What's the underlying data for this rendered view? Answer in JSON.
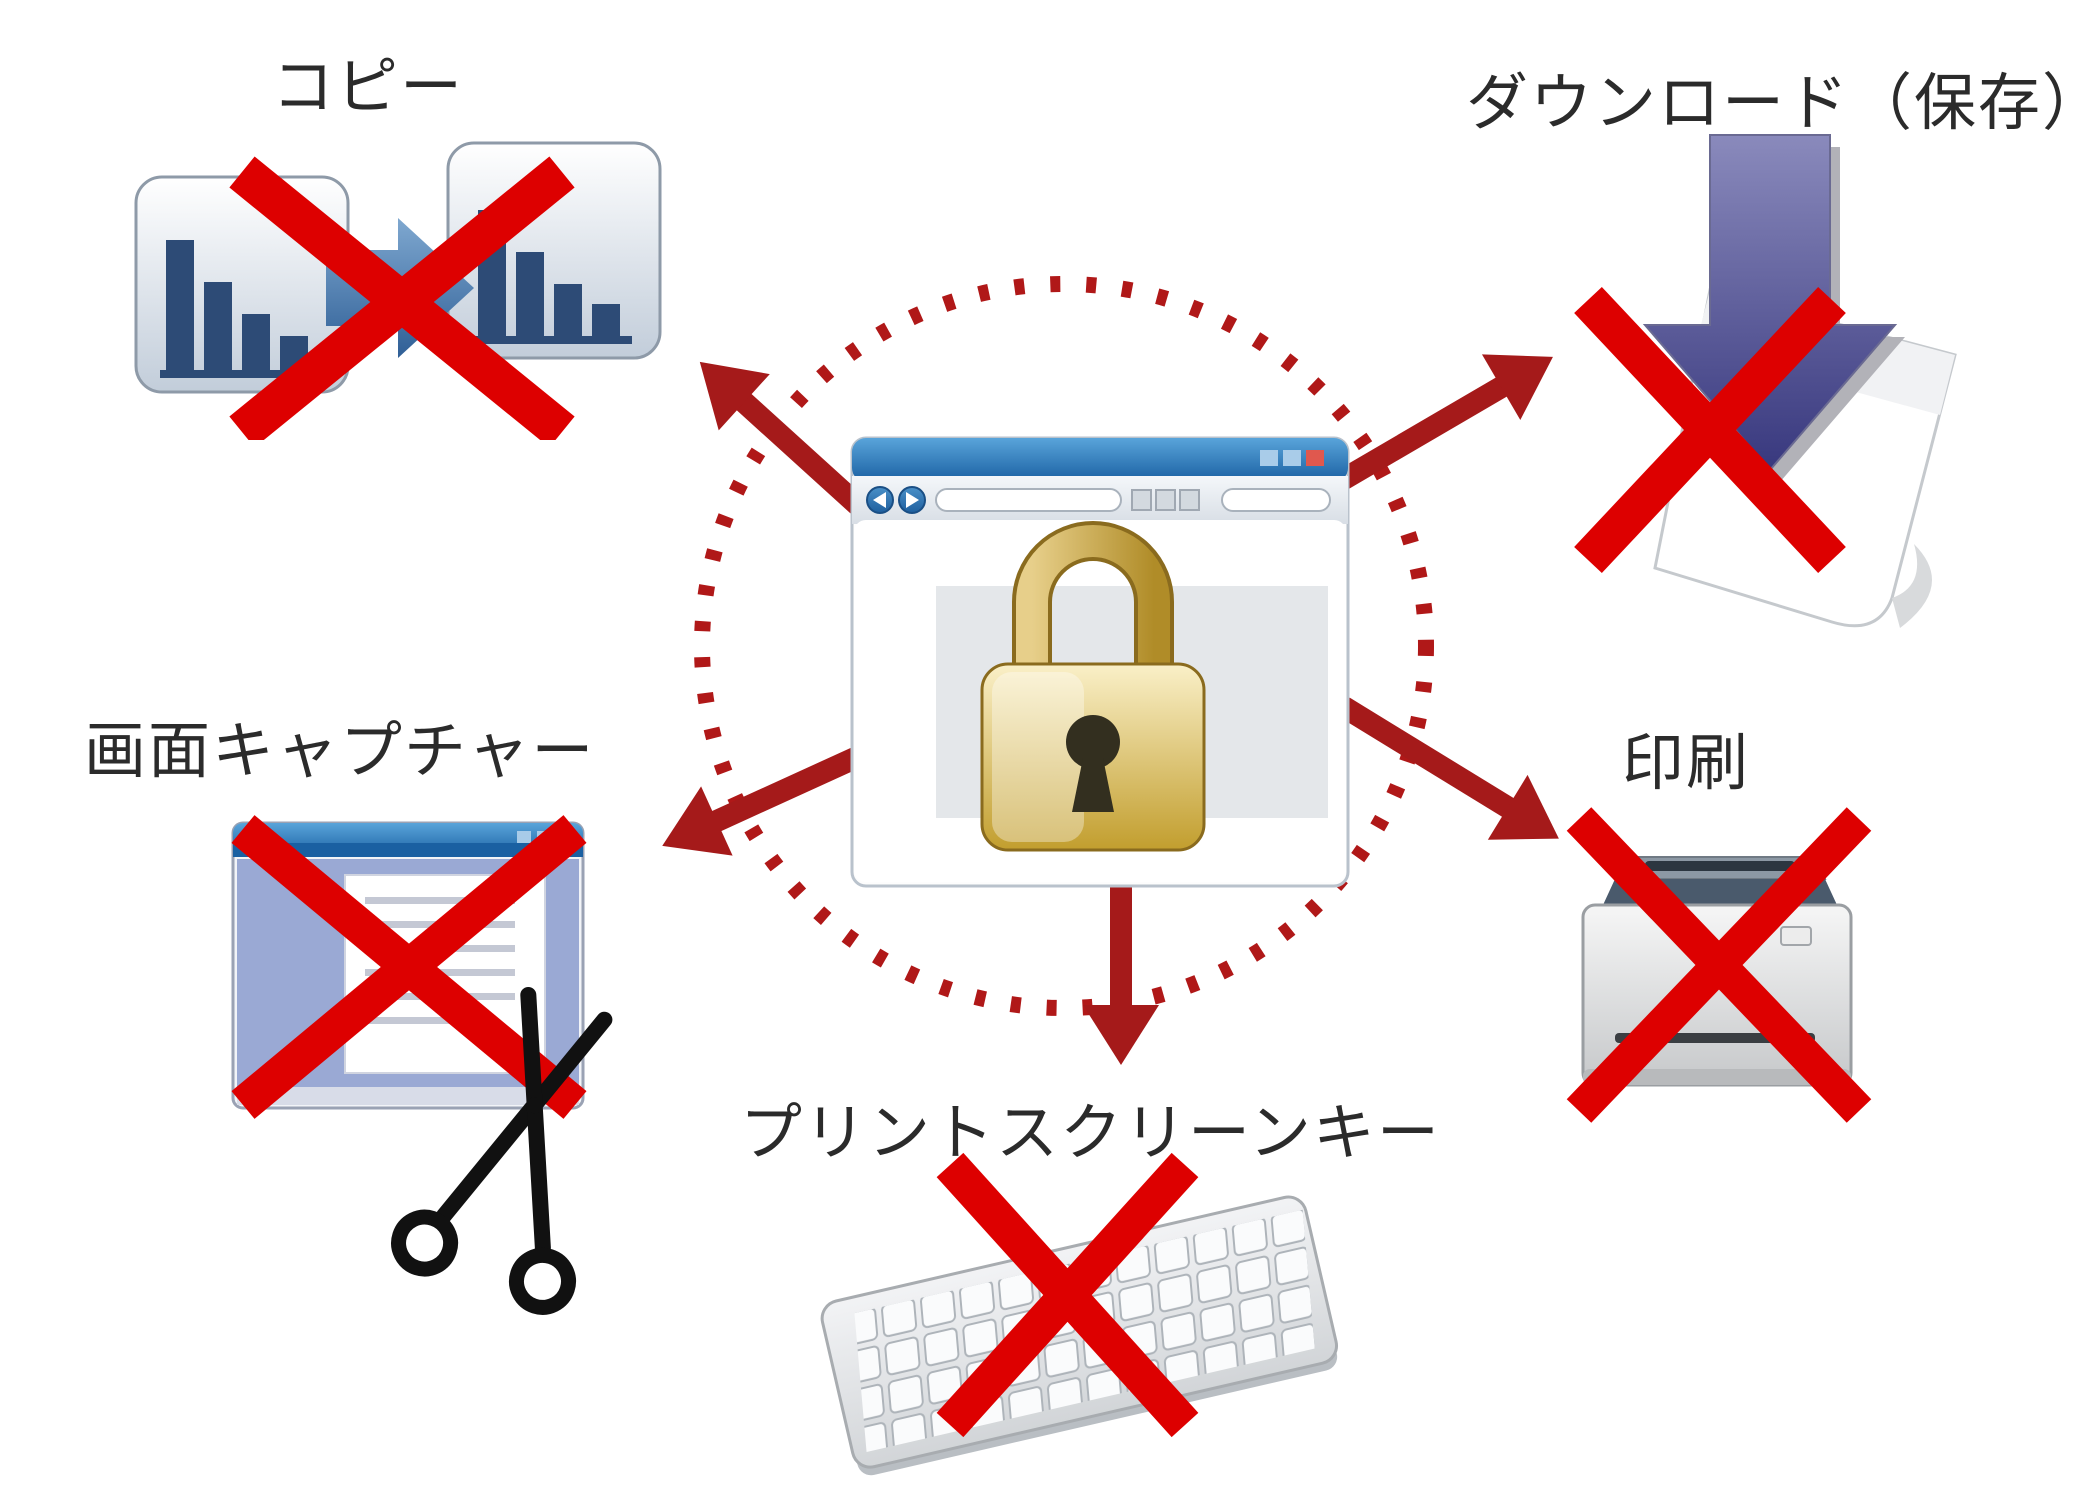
{
  "labels": {
    "copy": "コピー",
    "download": "ダウンロード（保存）",
    "screen_capture": "画面キャプチャー",
    "print": "印刷",
    "print_screen_key": "プリントスクリーンキー"
  },
  "icons": {
    "center": "locked-browser-window-icon",
    "copy": "copy-between-documents-icon",
    "download": "download-arrow-to-paper-icon",
    "screen_capture": "captured-window-with-scissors-icon",
    "print": "printer-icon",
    "print_screen_key": "keyboard-icon",
    "prohibition": "red-x-icon"
  },
  "colors": {
    "background": "#ffffff",
    "label_text": "#2b2b2b",
    "prohibition_x_red": "#dd0000",
    "arrow_dark_red": "#a51a1a",
    "dotted_circle_red": "#b01818",
    "browser_titlebar_blue": "#2e7ab8",
    "lock_gold": "#d6b64e",
    "download_arrow_purple": "#4a4a90"
  }
}
